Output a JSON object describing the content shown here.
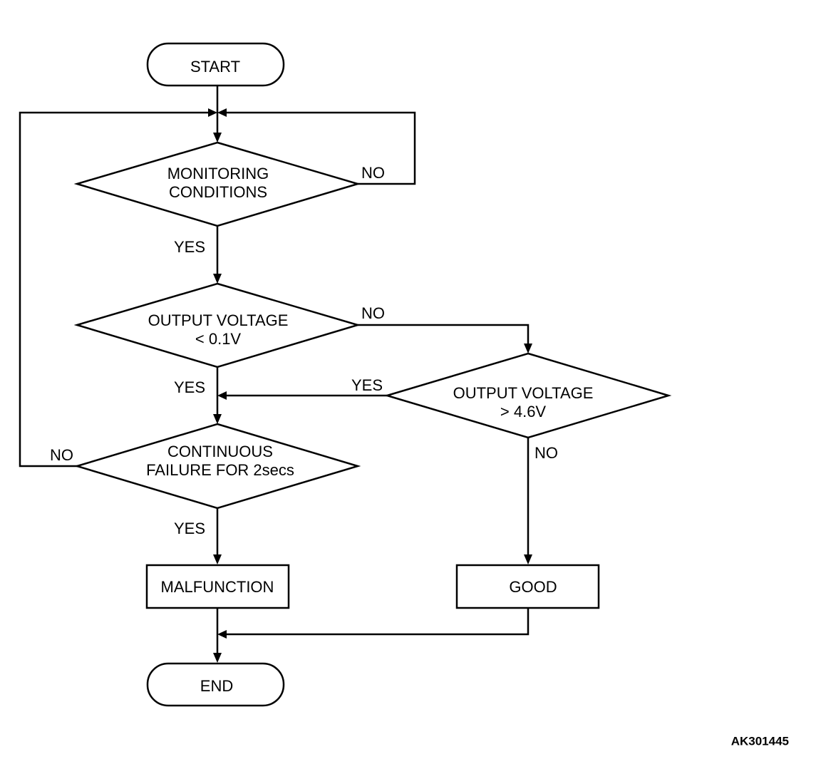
{
  "flowchart": {
    "start": "START",
    "end": "END",
    "decision_monitoring": [
      "MONITORING",
      "CONDITIONS"
    ],
    "decision_low_voltage": [
      "OUTPUT VOLTAGE",
      "< 0.1V"
    ],
    "decision_high_voltage": [
      "OUTPUT VOLTAGE",
      "> 4.6V"
    ],
    "decision_continuous": [
      "CONTINUOUS",
      "FAILURE FOR 2secs"
    ],
    "result_malfunction": "MALFUNCTION",
    "result_good": "GOOD",
    "branch_labels": {
      "monitoring_no": "NO",
      "monitoring_yes": "YES",
      "low_voltage_no": "NO",
      "low_voltage_yes": "YES",
      "high_voltage_yes": "YES",
      "high_voltage_no": "NO",
      "continuous_no": "NO",
      "continuous_yes": "YES"
    }
  },
  "figure_reference": "AK301445"
}
